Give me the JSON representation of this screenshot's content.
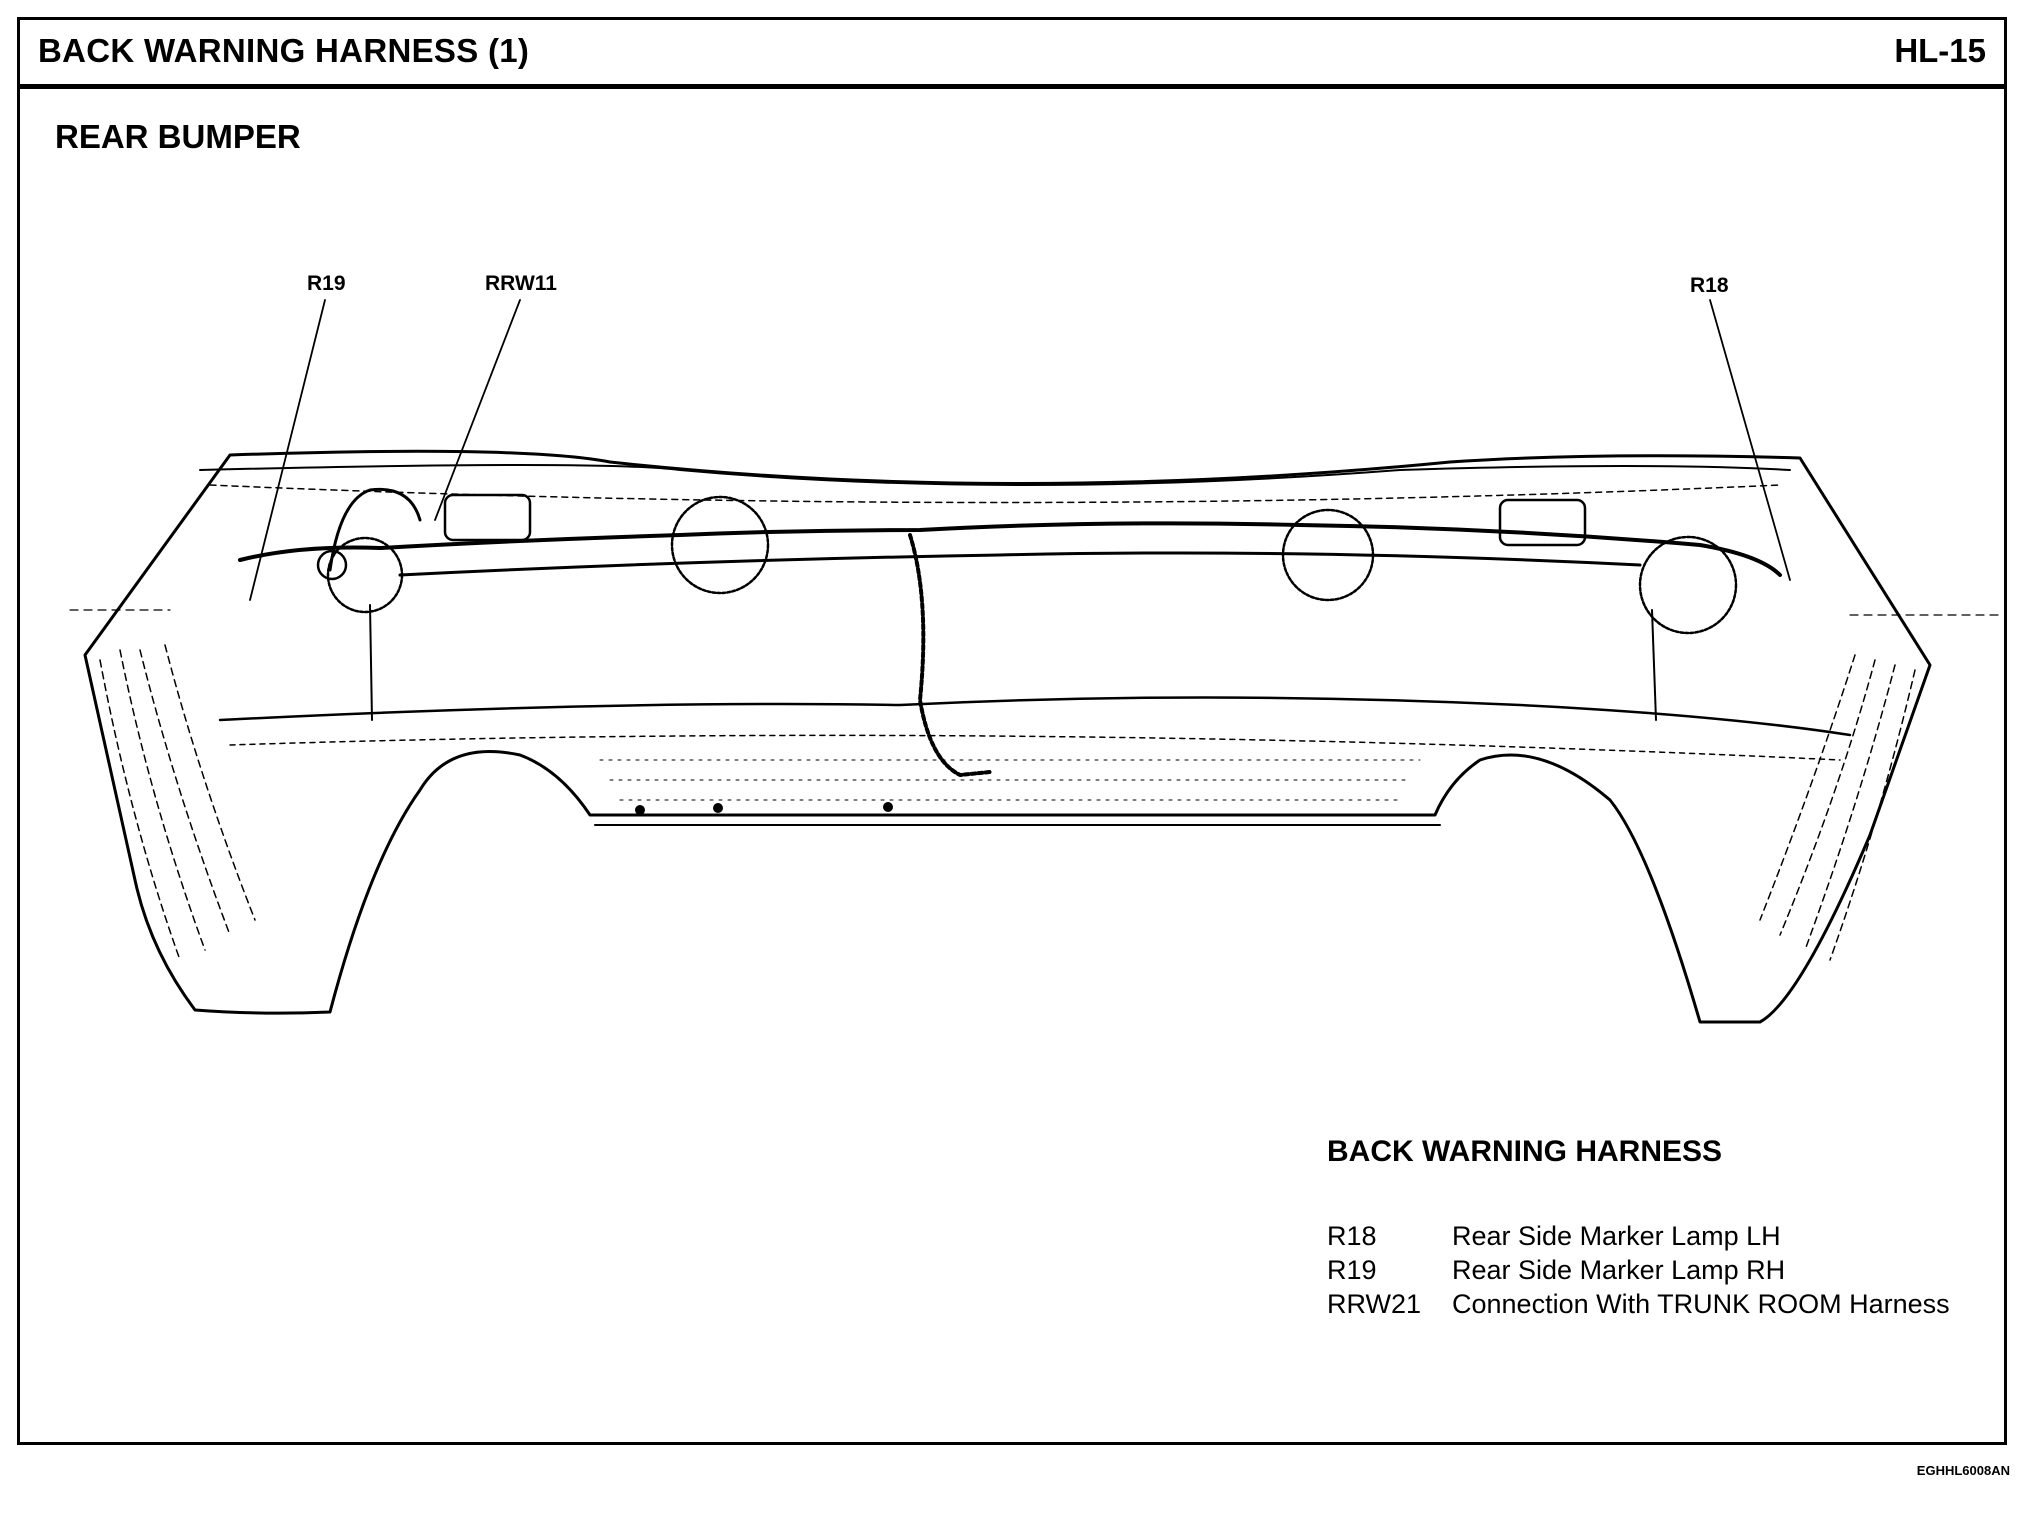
{
  "header": {
    "title": "BACK WARNING HARNESS (1)",
    "page_code": "HL-15"
  },
  "section_title": "REAR BUMPER",
  "callouts": {
    "r19": "R19",
    "rrw11": "RRW11",
    "r18": "R18"
  },
  "legend": {
    "title": "BACK WARNING HARNESS",
    "items": [
      {
        "code": "R18",
        "description": "Rear Side Marker Lamp LH"
      },
      {
        "code": "R19",
        "description": "Rear Side Marker Lamp RH"
      },
      {
        "code": "RRW21",
        "description": "Connection With TRUNK ROOM Harness"
      }
    ]
  },
  "figure_code": "EGHHL6008AN"
}
